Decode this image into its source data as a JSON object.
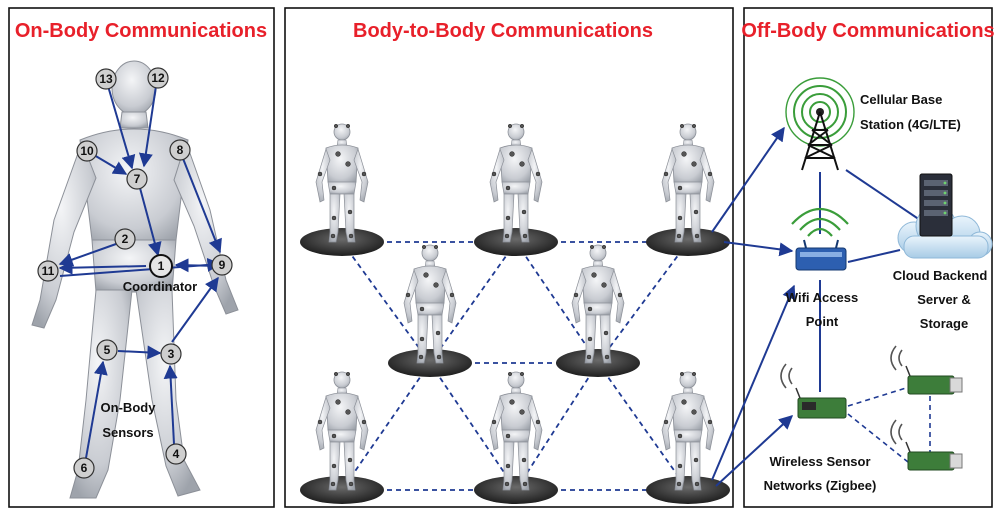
{
  "panels": {
    "on_body": {
      "title": "On-Body Communications"
    },
    "body_to_body": {
      "title": "Body-to-Body Communications"
    },
    "off_body": {
      "title": "Off-Body Communications"
    }
  },
  "on_body": {
    "coordinator_label": "Coordinator",
    "sensors_label_line1": "On-Body",
    "sensors_label_line2": "Sensors",
    "nodes": [
      "1",
      "2",
      "3",
      "4",
      "5",
      "6",
      "7",
      "8",
      "9",
      "10",
      "11",
      "12",
      "13"
    ]
  },
  "off_body": {
    "cellular_line1": "Cellular Base",
    "cellular_line2": "Station (4G/LTE)",
    "cloud_line1": "Cloud Backend",
    "cloud_line2": "Server &",
    "cloud_line3": "Storage",
    "wifi_line1": "Wifi Access",
    "wifi_line2": "Point",
    "wsn_line1": "Wireless Sensor",
    "wsn_line2": "Networks (Zigbee)"
  },
  "colors": {
    "title_red": "#e8202a",
    "link_blue": "#1f3a93",
    "platform": "#3a3a3a",
    "body_gray": "#d6d8dc",
    "tower_green": "#3a9d3a",
    "router_blue": "#2d5fb0",
    "sensor_green": "#3d7d3a"
  }
}
